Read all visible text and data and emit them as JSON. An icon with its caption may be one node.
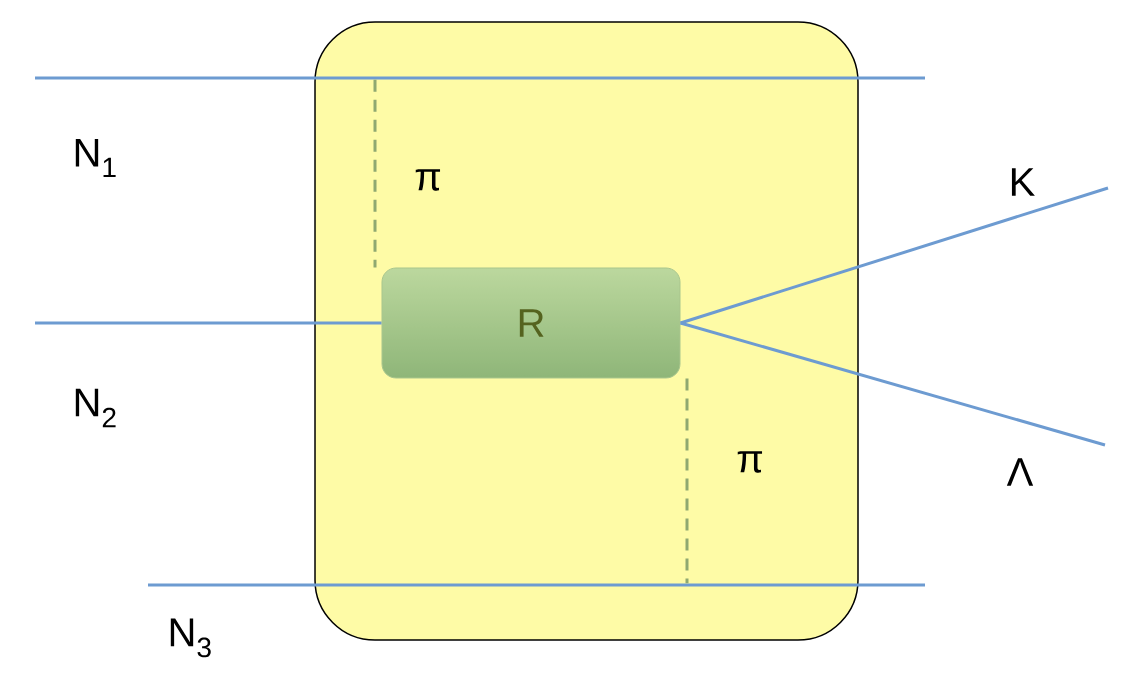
{
  "diagram": {
    "nodes": [
      {
        "text": [],
        "shape": "box"
      },
      {
        "text": [
          "R"
        ],
        "in": 0
      },
      {
        "text": [],
        "shape": "bar",
        "beside": [
          "N$_{1}$"
        ]
      },
      {
        "text": [],
        "shape": "bar",
        "beside": [
          "N$_{3}$"
        ]
      }
    ],
    "edges": [
      {
        "from": 2,
        "to": 1,
        "arrow": "none",
        "style": "dashed",
        "color": "#8fa870"
      },
      {
        "from": 1,
        "to": 3,
        "arrow": "none",
        "style": "dashed",
        "color": "#8fa870"
      },
      {
        "from": null,
        "to": 1,
        "arrow": "none"
      },
      {
        "from": 1,
        "to": null,
        "arrow": "none"
      },
      {
        "from": 1,
        "to": null,
        "arrow": "none"
      }
    ],
    "labels": [
      "K",
      "π",
      "N$_{2}$",
      "π",
      "Λ"
    ]
  }
}
